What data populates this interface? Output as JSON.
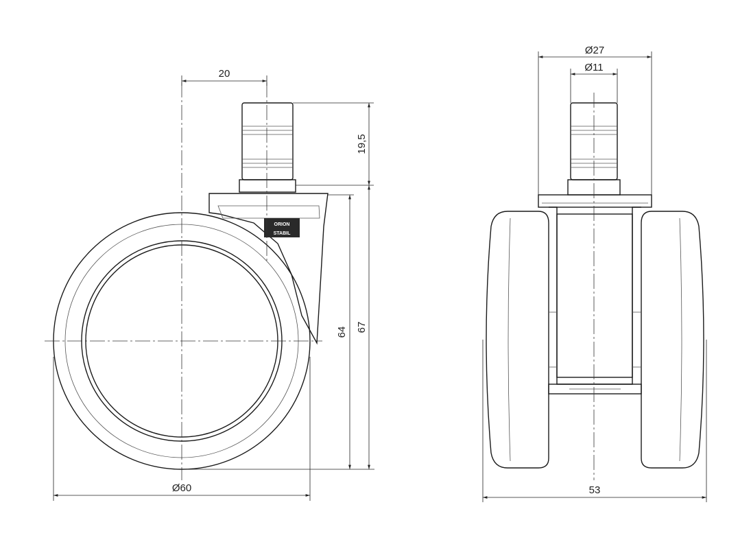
{
  "dimensions": {
    "stem_offset": "20",
    "stem_height": "19,5",
    "wheel_diameter": "Ø60",
    "height_64": "64",
    "height_67": "67",
    "plate_diameter": "Ø27",
    "stem_diameter": "Ø11",
    "total_width": "53"
  },
  "logo": {
    "line1": "ORION",
    "line2": "STABIL"
  }
}
